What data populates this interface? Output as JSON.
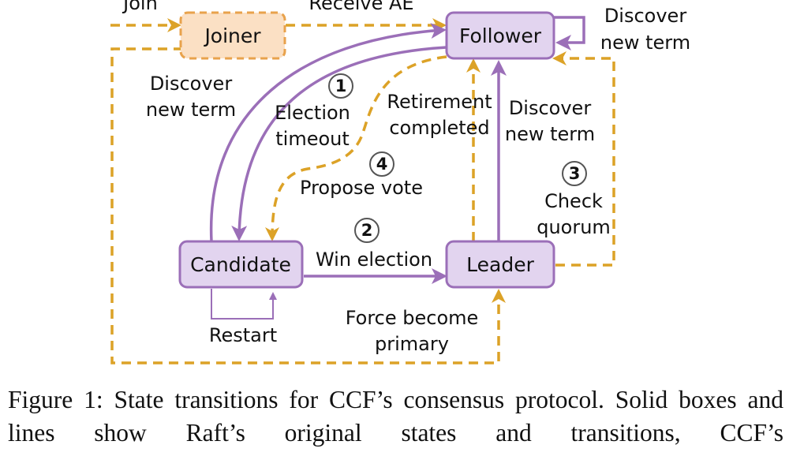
{
  "colors": {
    "raft_state_fill": "#e2d4ef",
    "raft_state_stroke": "#9b6fb8",
    "ccf_state_fill": "#fbe0c4",
    "ccf_state_stroke": "#e8a24c",
    "raft_line": "#9b6fb8",
    "ccf_line": "#dca227"
  },
  "states": {
    "joiner": "Joiner",
    "follower": "Follower",
    "candidate": "Candidate",
    "leader": "Leader"
  },
  "transitions": {
    "join": "Join",
    "receive_ae": "Receive AE",
    "follower_discover_l1": "Discover",
    "follower_discover_l2": "new term",
    "candidate_discover_l1": "Discover",
    "candidate_discover_l2": "new term",
    "election_l1": "Election",
    "election_l2": "timeout",
    "retirement_l1": "Retirement",
    "retirement_l2": "completed",
    "leader_discover_l1": "Discover",
    "leader_discover_l2": "new term",
    "propose_vote": "Propose vote",
    "check_quorum_l1": "Check",
    "check_quorum_l2": "quorum",
    "win_election": "Win election",
    "restart": "Restart",
    "force_l1": "Force become",
    "force_l2": "primary"
  },
  "markers": {
    "m1": "1",
    "m2": "2",
    "m3": "3",
    "m4": "4"
  },
  "caption": "Figure 1: State transitions for CCF’s consensus protocol. Solid boxes and lines show Raft’s original states and transitions, CCF’s"
}
